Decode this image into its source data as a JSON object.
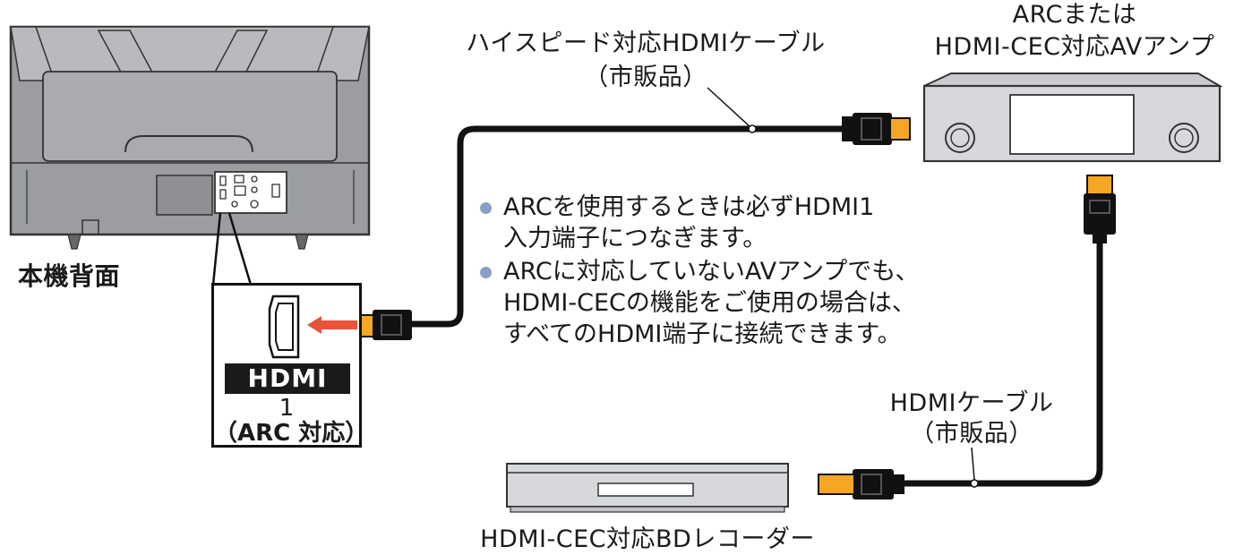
{
  "labels": {
    "tv_back": "本機背面",
    "hs_cable": "ハイスピード対応HDMIケーブル",
    "hs_cable_sub": "（市販品）",
    "amp_line1": "ARCまたは",
    "amp_line2": "HDMI-CEC対応AVアンプ",
    "cable2": "HDMIケーブル",
    "cable2_sub": "（市販品）",
    "recorder": "HDMI-CEC対応BDレコーダー"
  },
  "port": {
    "badge": "HDMI",
    "number": "1",
    "note": "（ARC 対応）"
  },
  "notes": [
    {
      "lines": [
        "ARCを使用するときは必ずHDMI1",
        "入力端子につなぎます。"
      ]
    },
    {
      "lines": [
        "ARCに対応していないAVアンプでも、",
        "HDMI-CECの機能をご使用の場合は、",
        "すべてのHDMI端子に接続できます。"
      ]
    }
  ],
  "colors": {
    "connector_gold": "#f5a623",
    "arrow": "#e8533a",
    "bullet": "#8a9fc4",
    "device_gray": "#a7a9ac"
  }
}
